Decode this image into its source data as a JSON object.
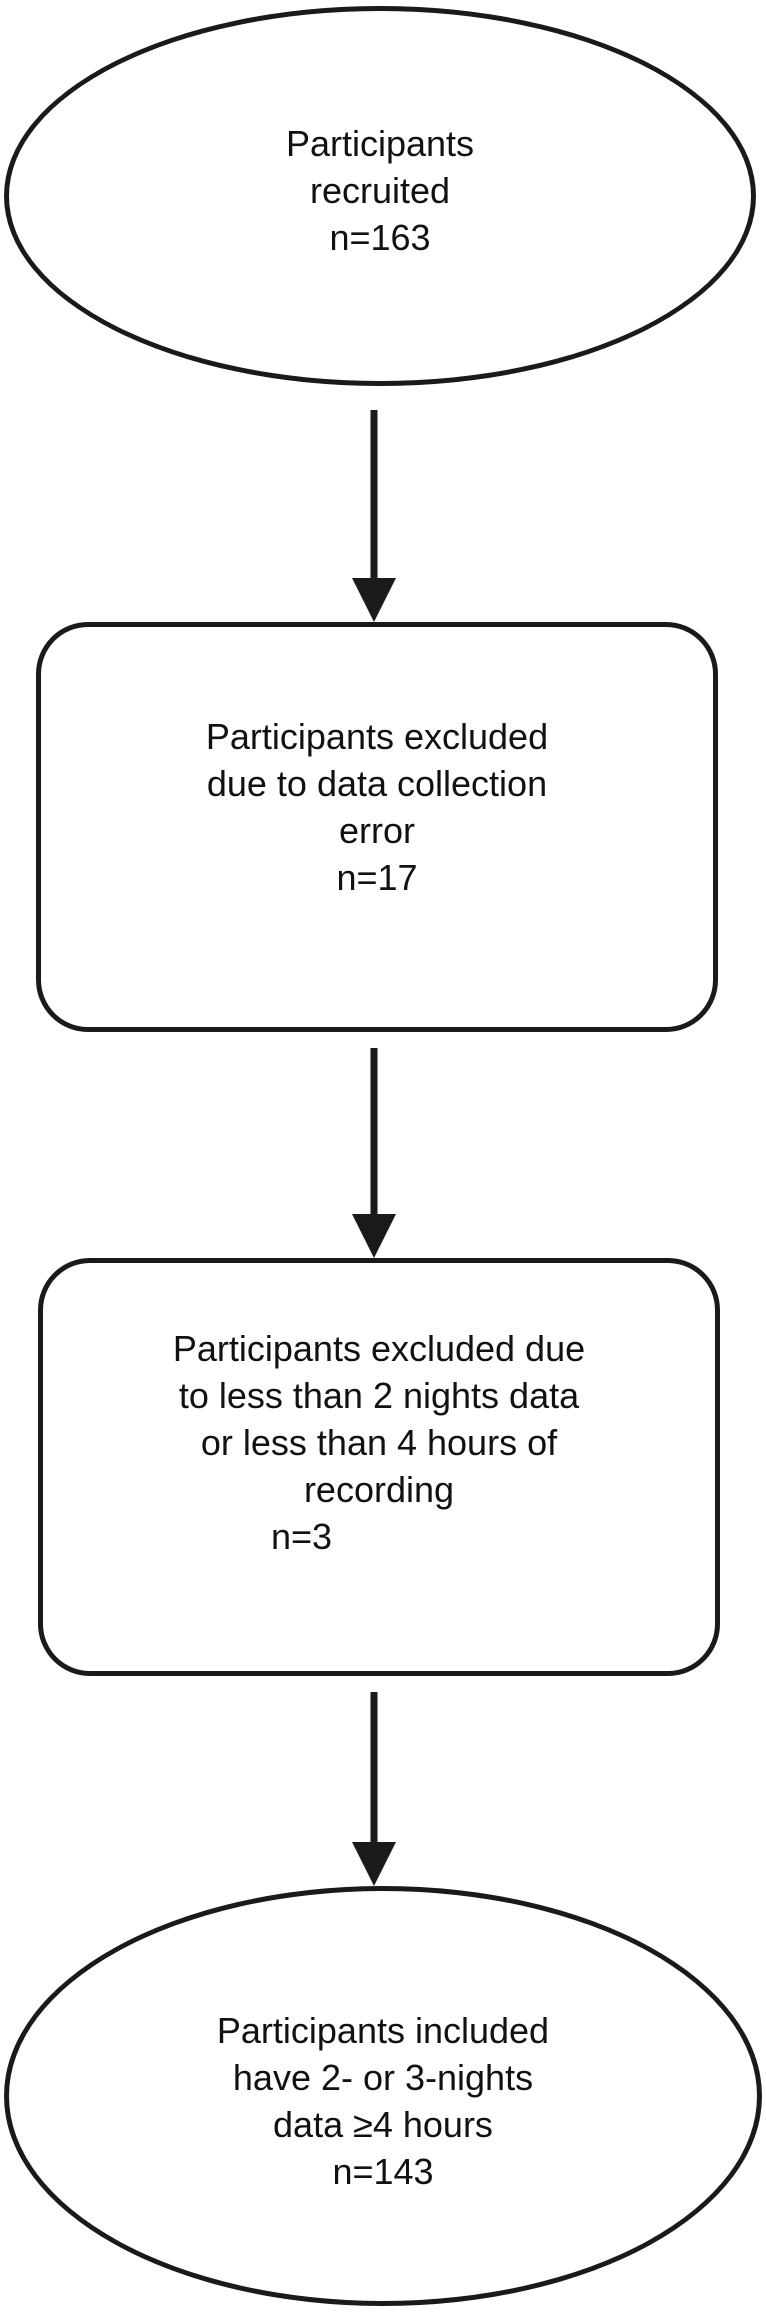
{
  "flowchart": {
    "nodes": [
      {
        "id": "recruited",
        "shape": "ellipse",
        "lines": [
          "Participants",
          "recruited",
          "n=163"
        ]
      },
      {
        "id": "excluded-collection-error",
        "shape": "rounded-rectangle",
        "lines": [
          "Participants excluded",
          "due to data collection",
          "error",
          "n=17"
        ]
      },
      {
        "id": "excluded-insufficient-data",
        "shape": "rounded-rectangle",
        "lines": [
          "Participants excluded due",
          "to less than 2 nights data",
          "or less than 4 hours of",
          "recording",
          "n=3"
        ]
      },
      {
        "id": "included",
        "shape": "ellipse",
        "lines": [
          "Participants included",
          "have 2- or 3-nights",
          "data ≥4 hours",
          "n=143"
        ]
      }
    ],
    "edges": [
      {
        "from": "recruited",
        "to": "excluded-collection-error"
      },
      {
        "from": "excluded-collection-error",
        "to": "excluded-insufficient-data"
      },
      {
        "from": "excluded-insufficient-data",
        "to": "included"
      }
    ],
    "colors": {
      "stroke": "#1a1a1a",
      "fill": "#ffffff",
      "text": "#111111"
    }
  }
}
